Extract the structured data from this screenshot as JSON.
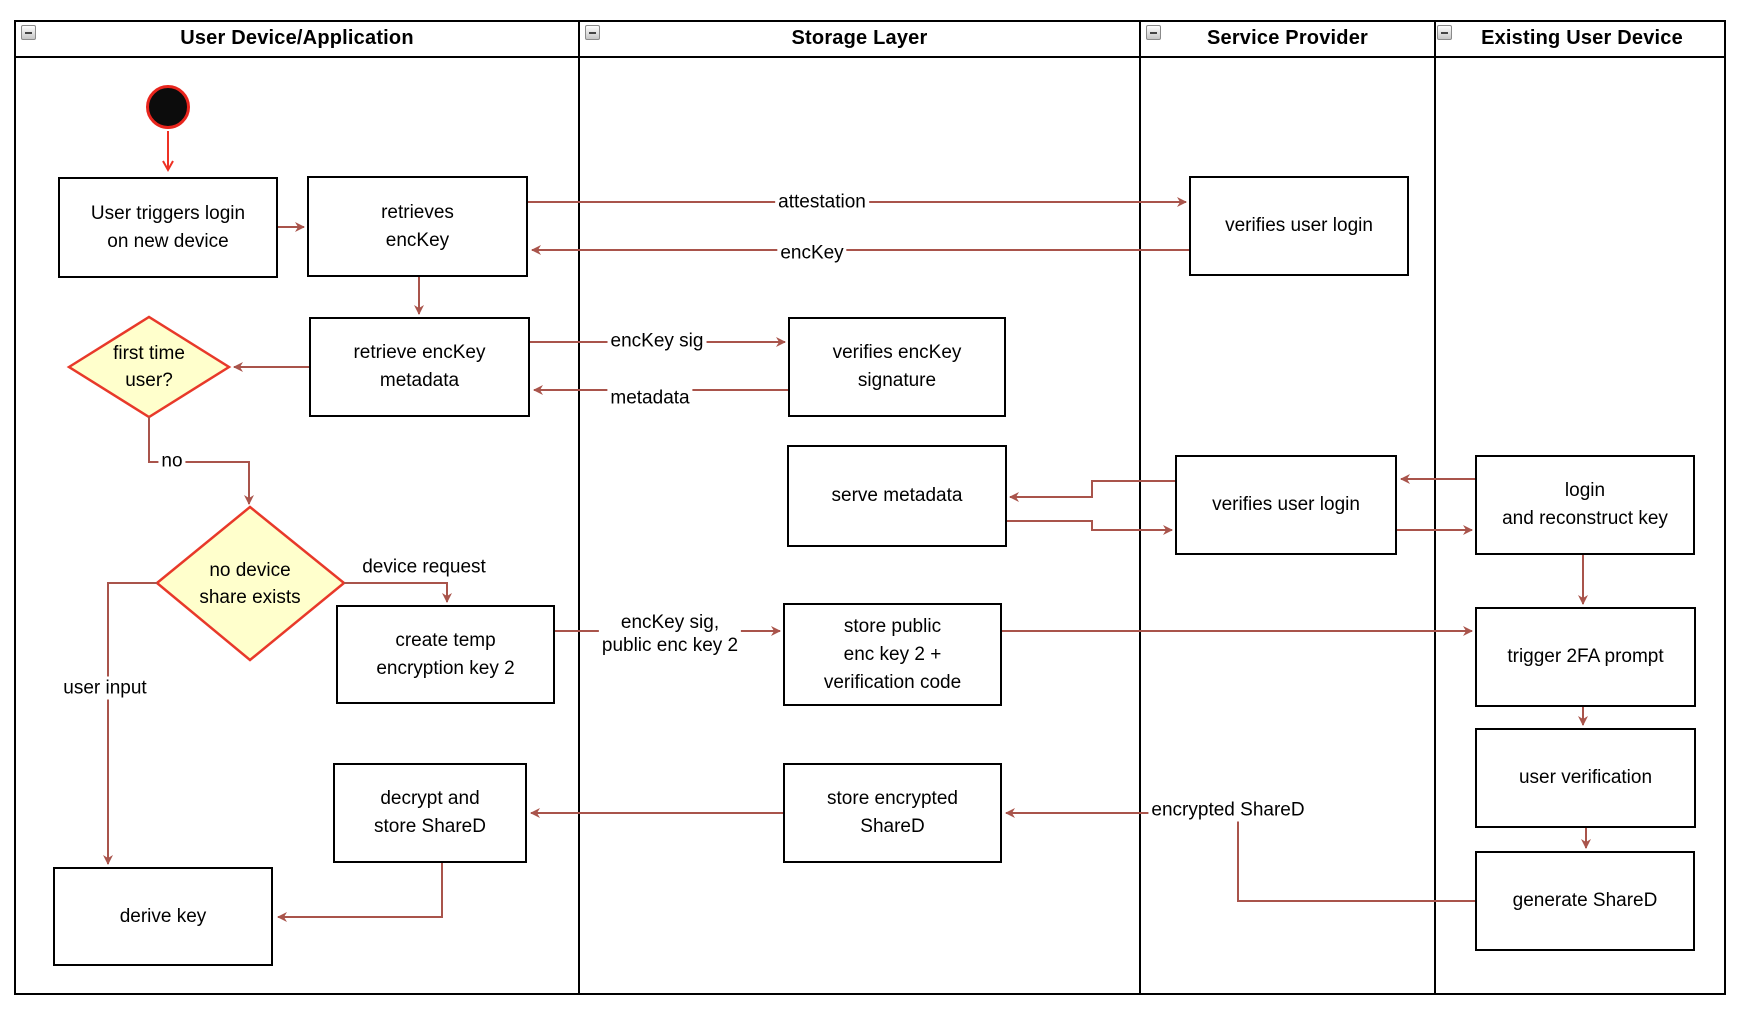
{
  "lanes": [
    {
      "title": "User Device/Application"
    },
    {
      "title": "Storage Layer"
    },
    {
      "title": "Service Provider"
    },
    {
      "title": "Existing User Device"
    }
  ],
  "nodes": {
    "user_triggers_login": {
      "label": "User triggers login\non new device"
    },
    "retrieves_enckey": {
      "label": "retrieves\nencKey"
    },
    "retrieve_enckey_metadata": {
      "label": "retrieve encKey\nmetadata"
    },
    "first_time_user": {
      "label": "first time\nuser?"
    },
    "no_device_share_exists": {
      "label": "no device\nshare exists"
    },
    "create_temp_key": {
      "label": "create temp\nencryption key 2"
    },
    "decrypt_store_shared": {
      "label": "decrypt and\nstore ShareD"
    },
    "derive_key": {
      "label": "derive key"
    },
    "verifies_enckey_signature": {
      "label": "verifies encKey\nsignature"
    },
    "serve_metadata": {
      "label": "serve metadata"
    },
    "store_public_enc_key": {
      "label": "store public\nenc key 2 +\nverification code"
    },
    "store_encrypted_shared": {
      "label": "store encrypted\nShareD"
    },
    "verifies_user_login_top": {
      "label": "verifies user login"
    },
    "verifies_user_login_mid": {
      "label": "verifies user login"
    },
    "login_and_reconstruct": {
      "label": "login\nand reconstruct key"
    },
    "trigger_2fa": {
      "label": "trigger 2FA prompt"
    },
    "user_verification": {
      "label": "user verification"
    },
    "generate_shared": {
      "label": "generate ShareD"
    }
  },
  "edge_labels": {
    "attestation": "attestation",
    "enckey": "encKey",
    "enckey_sig": "encKey sig",
    "metadata": "metadata",
    "no": "no",
    "device_request": "device request",
    "user_input": "user input",
    "enckey_sig_public": "encKey sig,\npublic enc key 2",
    "encrypted_shared": "encrypted ShareD"
  },
  "colors": {
    "connector": "#a9544b",
    "start_arrow": "#ee3124",
    "decision_fill": "#ffffcc",
    "decision_border": "#e8392a",
    "node_border": "#000000",
    "node_fill": "#ffffff"
  }
}
